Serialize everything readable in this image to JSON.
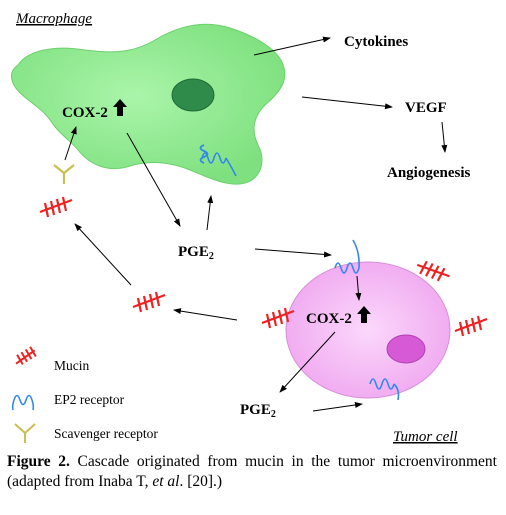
{
  "labels": {
    "macrophage": "Macrophage",
    "cytokines": "Cytokines",
    "vegf": "VEGF",
    "angiogenesis": "Angiogenesis",
    "cox2_macrophage": "COX-2",
    "cox2_tumor": "COX-2",
    "pge2_center": "PGE",
    "pge2_center_sub": "2",
    "pge2_bottom": "PGE",
    "pge2_bottom_sub": "2",
    "tumor_cell": "Tumor cell"
  },
  "legend": [
    {
      "icon": "mucin-icon",
      "label": "Mucin"
    },
    {
      "icon": "ep2-receptor-icon",
      "label": "EP2 receptor"
    },
    {
      "icon": "scavenger-receptor-icon",
      "label": "Scavenger receptor"
    }
  ],
  "caption": {
    "figure_label": "Figure 2.",
    "text_before_italic": " Cascade originated from mucin in the tumor microenvironment (adapted from Inaba T, ",
    "italic": "et al",
    "text_after_italic": ". [20].)"
  },
  "colors": {
    "macrophage_fill": "#88ee88",
    "macrophage_nucleus": "#2e8b4a",
    "tumor_fill": "#f4b4f4",
    "tumor_nucleus": "#d65ad6",
    "mucin": "#ee2222",
    "ep2_receptor": "#3388ee",
    "scavenger_receptor": "#c8c050"
  }
}
